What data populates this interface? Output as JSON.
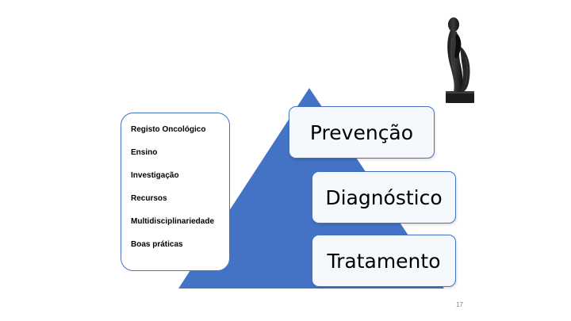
{
  "side_list": {
    "items": [
      "Registo Oncológico",
      "Ensino",
      "Investigação",
      "Recursos",
      "Multidisciplinariedade",
      "Boas práticas"
    ]
  },
  "pyramid": {
    "levels": [
      "Prevenção",
      "Diagnóstico",
      "Tratamento"
    ],
    "fill_color": "#4472c4",
    "box_border_color": "#4472c4"
  },
  "decor": {
    "image": "thinker-statue-icon"
  },
  "page_number": "17"
}
